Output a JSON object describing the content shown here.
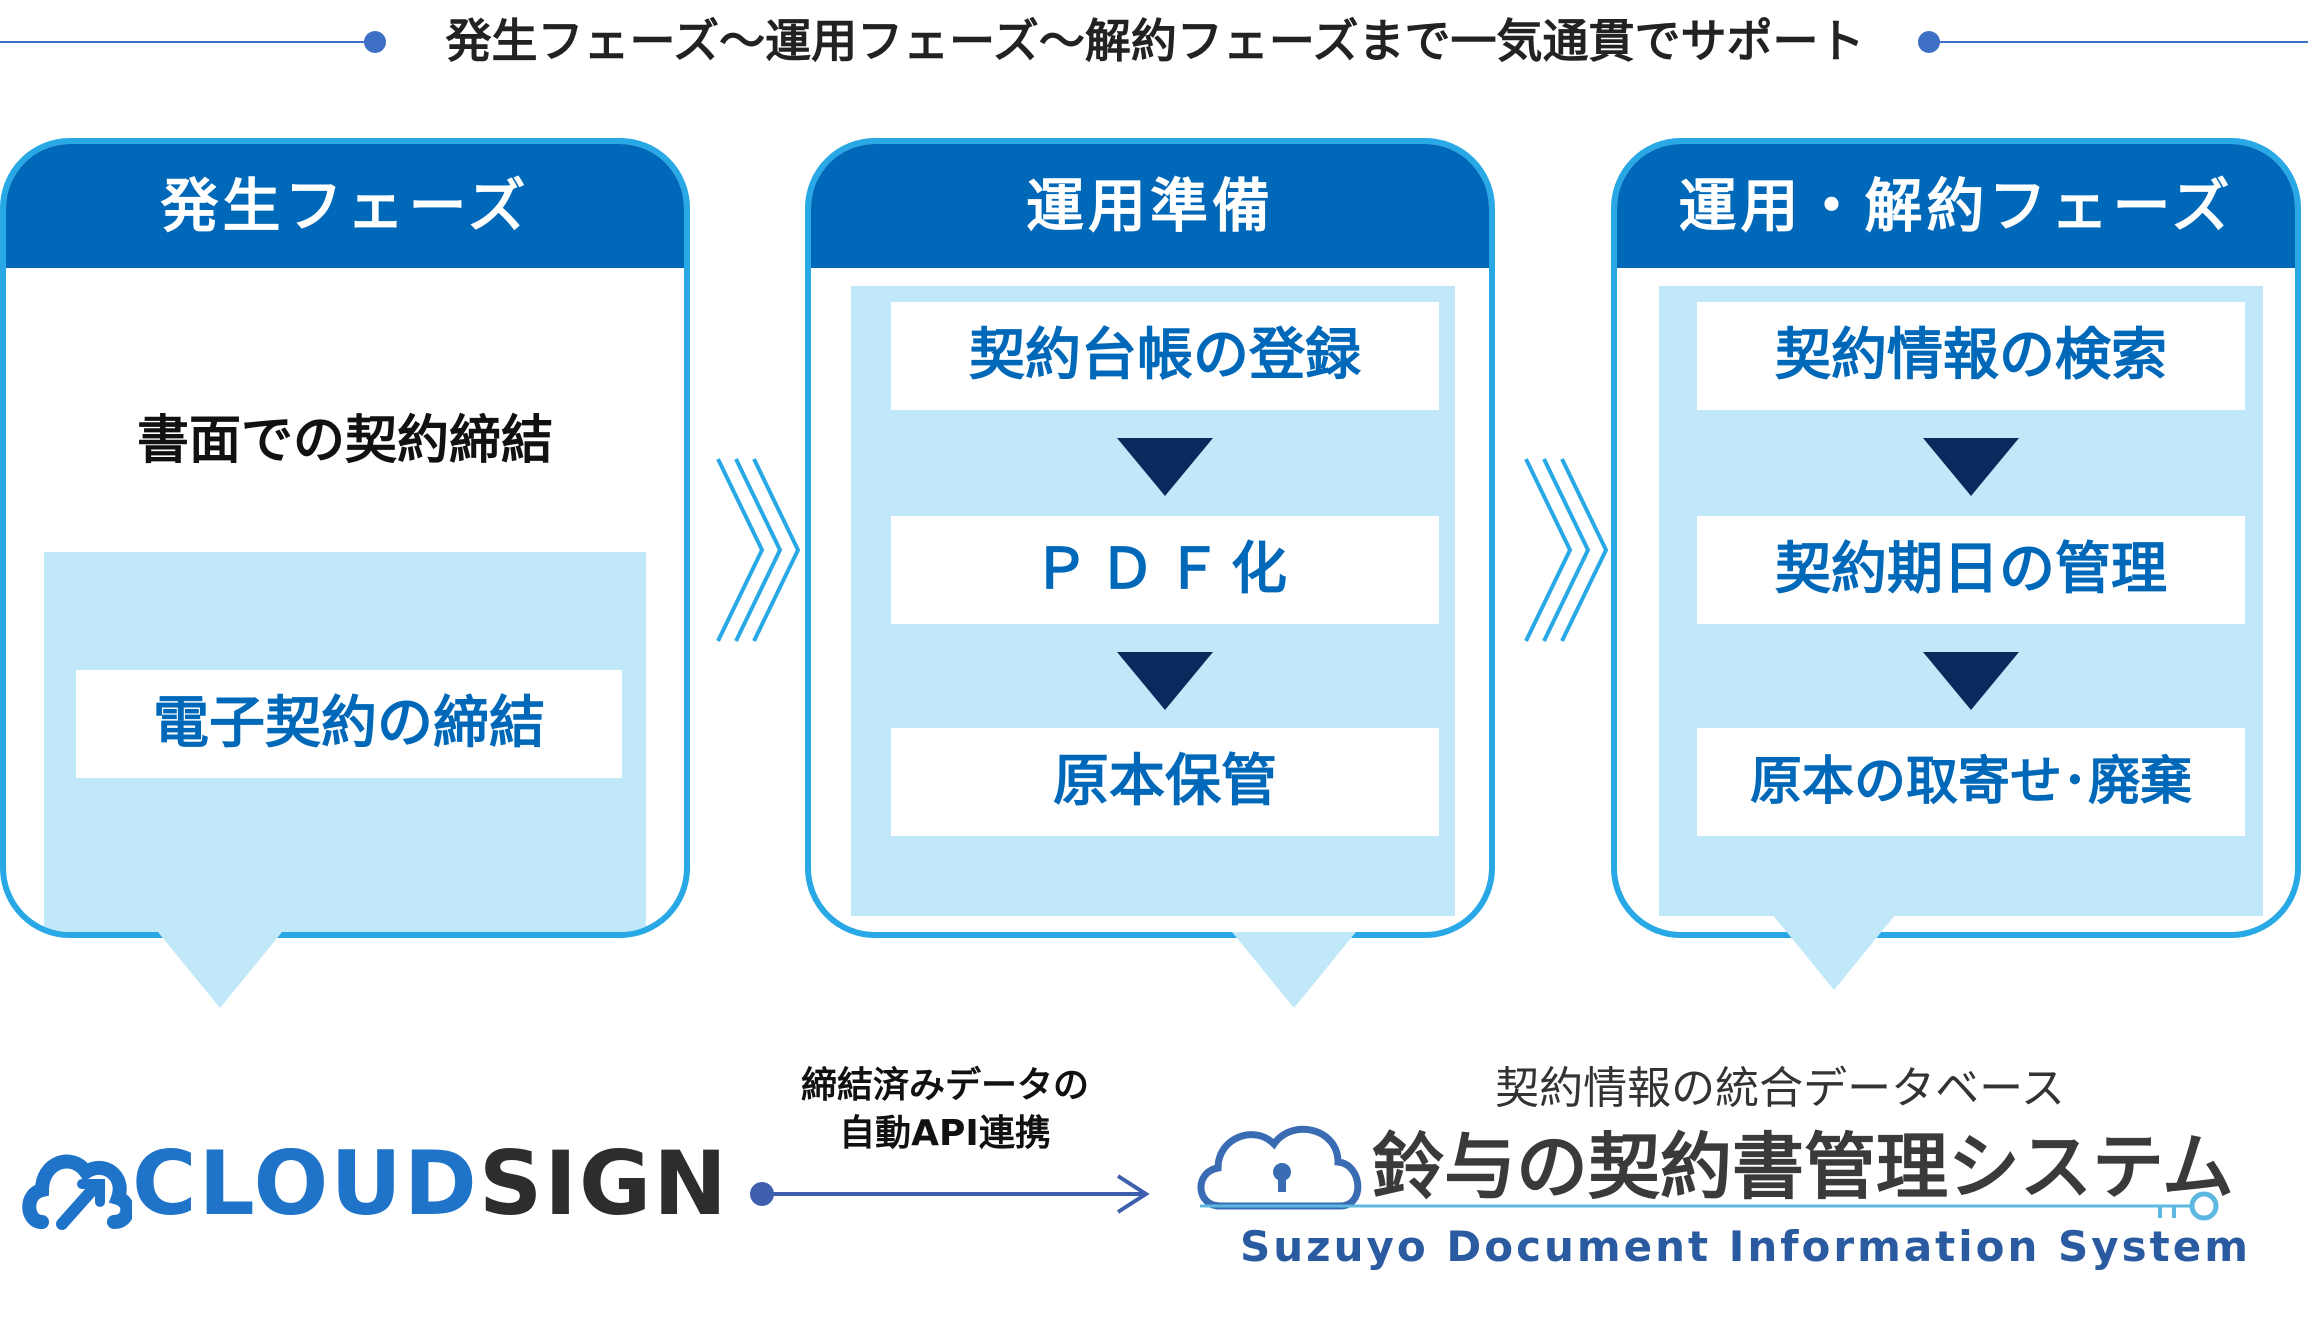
{
  "header": {
    "title": "発生フェーズ〜運用フェーズ〜解約フェーズまで一気通貫でサポート",
    "line_color": "#3d6fc4"
  },
  "phases": [
    {
      "title": "発生フェーズ",
      "plain_text": "書面での契約締結",
      "boxes": [
        "電子契約の締結"
      ]
    },
    {
      "title": "運用準備",
      "boxes": [
        "契約台帳の登録",
        "ＰＤＦ化",
        "原本保管"
      ]
    },
    {
      "title": "運用・解約フェーズ",
      "boxes": [
        "契約情報の検索",
        "契約期日の管理",
        "原本の取寄せ･廃棄"
      ]
    }
  ],
  "bottom": {
    "cloudsign_cloud": "CLOUD",
    "cloudsign_sign": "SIGN",
    "api_label_line1": "締結済みデータの",
    "api_label_line2": "自動API連携",
    "db_label": "契約情報の統合データベース",
    "system_name": "鈴与の契約書管理システム",
    "system_subtitle": "Suzuyo Document Information System"
  },
  "colors": {
    "panel_border": "#29a8e6",
    "panel_head": "#0068b8",
    "panel_inner": "#c0e8f8",
    "down_triangle": "#0a2a5e",
    "box_text": "#0068b8"
  },
  "icons": [
    "cloudsign-logo-icon",
    "cloud-lock-icon",
    "key-icon",
    "chevron-right-icon",
    "arrow-right-icon",
    "triangle-down-icon"
  ]
}
